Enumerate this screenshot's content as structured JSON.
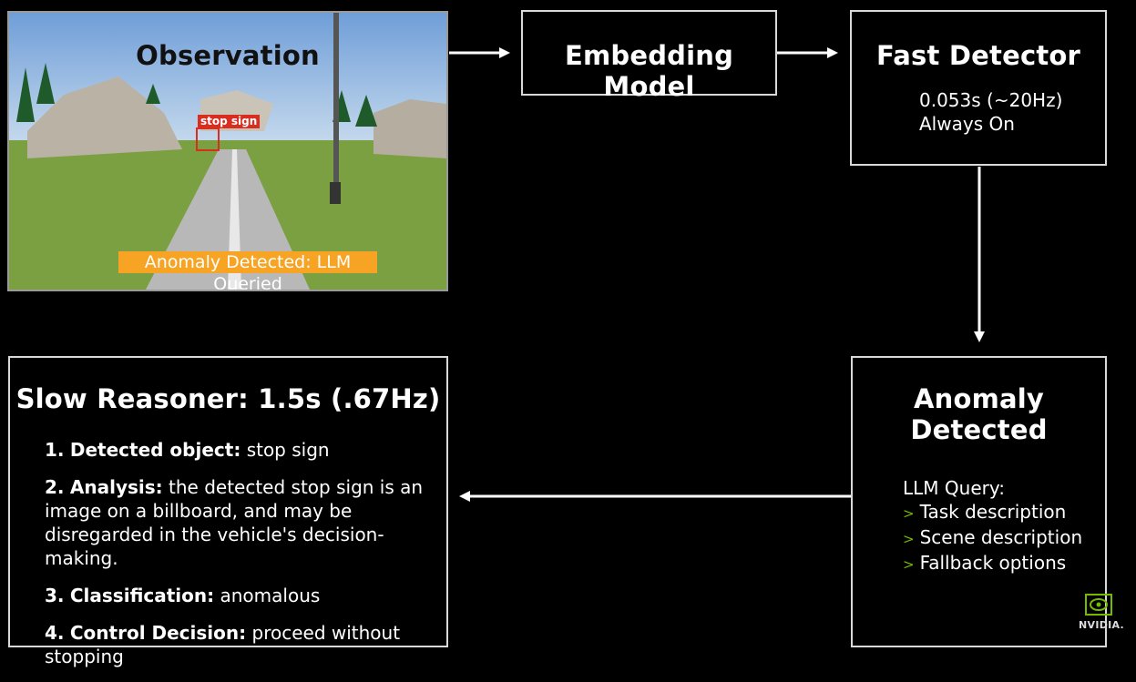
{
  "observation": {
    "title": "Observation",
    "bbox_label": "stop sign",
    "banner": "Anomaly Detected: LLM Queried"
  },
  "embedding": {
    "title": "Embedding Model"
  },
  "fast_detector": {
    "title": "Fast Detector",
    "line1": "0.053s (~20Hz)",
    "line2": "Always On"
  },
  "anomaly": {
    "title": "Anomaly Detected",
    "query_title": "LLM Query:",
    "items": [
      "Task description",
      "Scene description",
      "Fallback options"
    ]
  },
  "slow_reasoner": {
    "title": "Slow Reasoner: 1.5s (.67Hz)",
    "items": [
      {
        "num": "1.",
        "label": "Detected object:",
        "text": "stop sign"
      },
      {
        "num": "2.",
        "label": "Analysis:",
        "text": "the detected stop sign is an image on a billboard, and may be disregarded in the vehicle's decision-making."
      },
      {
        "num": "3.",
        "label": "Classification:",
        "text": "anomalous"
      },
      {
        "num": "4.",
        "label": "Control Decision:",
        "text": "proceed without stopping"
      }
    ]
  },
  "logo": {
    "text": "NVIDIA."
  },
  "colors": {
    "banner": "#f7a323",
    "bbox": "#d92d20",
    "chevron": "#76b900"
  }
}
